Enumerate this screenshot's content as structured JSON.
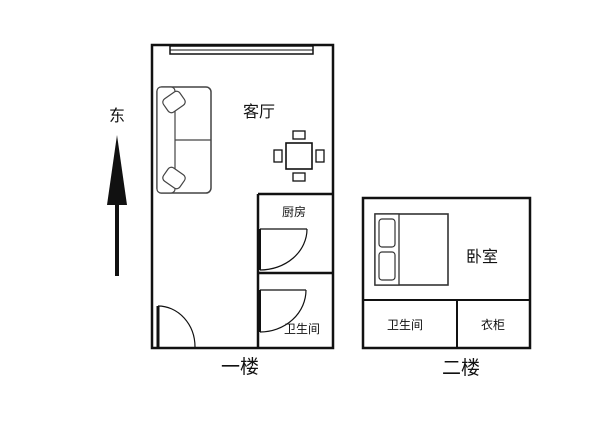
{
  "compass": {
    "direction_label": "东"
  },
  "floor1": {
    "caption": "一楼",
    "living_room": "客厅",
    "kitchen": "厨房",
    "bathroom": "卫生间"
  },
  "floor2": {
    "caption": "二楼",
    "bedroom": "卧室",
    "bathroom": "卫生间",
    "wardrobe": "衣柜"
  }
}
